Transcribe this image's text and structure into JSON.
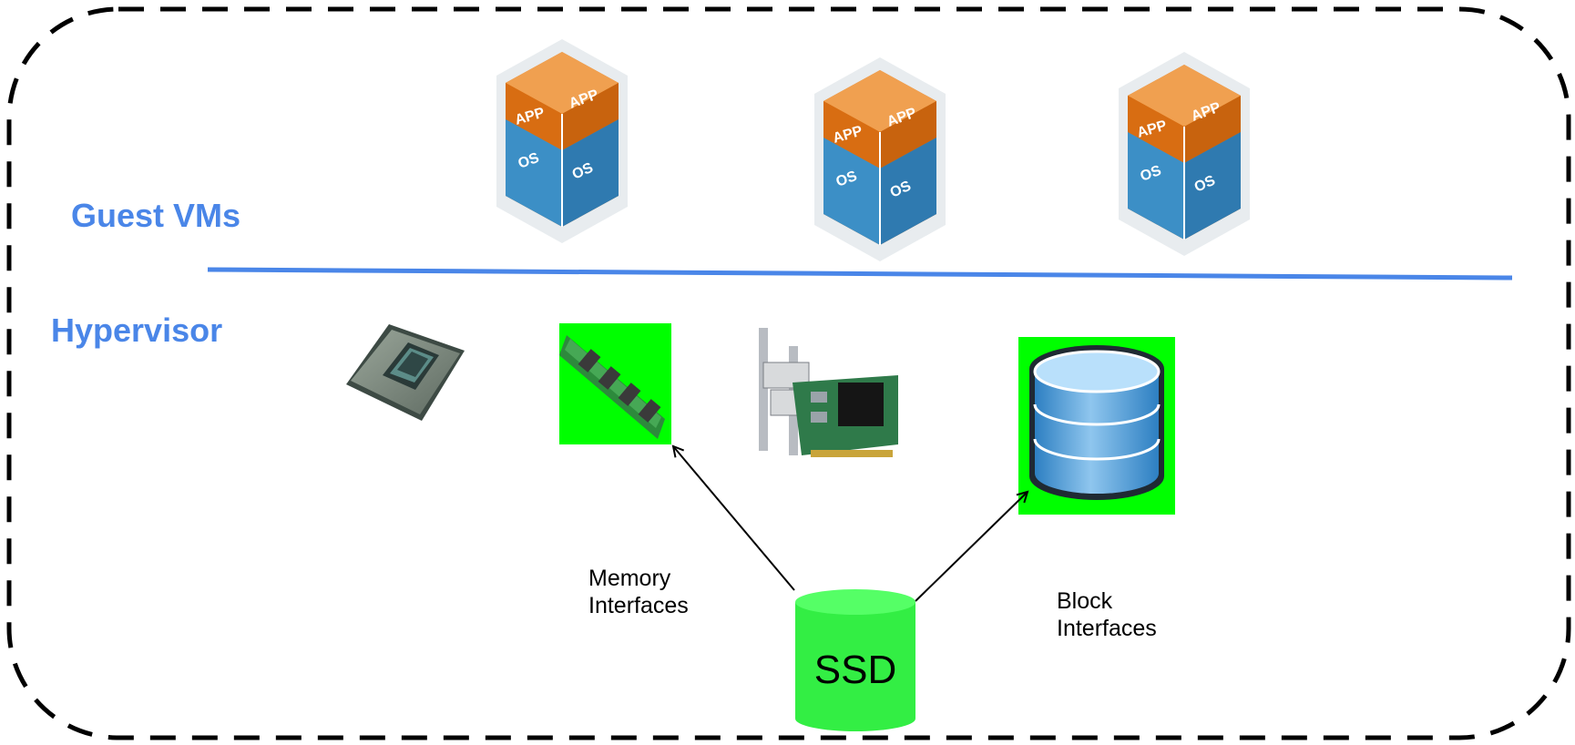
{
  "labels": {
    "guest_vms": "Guest VMs",
    "hypervisor": "Hypervisor",
    "memory_interfaces": [
      "Memory",
      "Interfaces"
    ],
    "block_interfaces": [
      "Block",
      "Interfaces"
    ],
    "ssd": "SSD"
  },
  "vm_cube_text": {
    "app": "APP",
    "os": "OS"
  },
  "vm_count": 3,
  "hardware_icons": [
    "cpu-chip-icon",
    "memory-module-icon",
    "network-card-icon",
    "storage-database-icon"
  ],
  "colors": {
    "label_blue": "#4a86e8",
    "divider_blue": "#4a86e8",
    "highlight_green": "#00ff00",
    "ssd_green": "#33ee44",
    "cube_orange": "#e07a1e",
    "cube_blue": "#3c8fc6",
    "border": "#000000"
  }
}
